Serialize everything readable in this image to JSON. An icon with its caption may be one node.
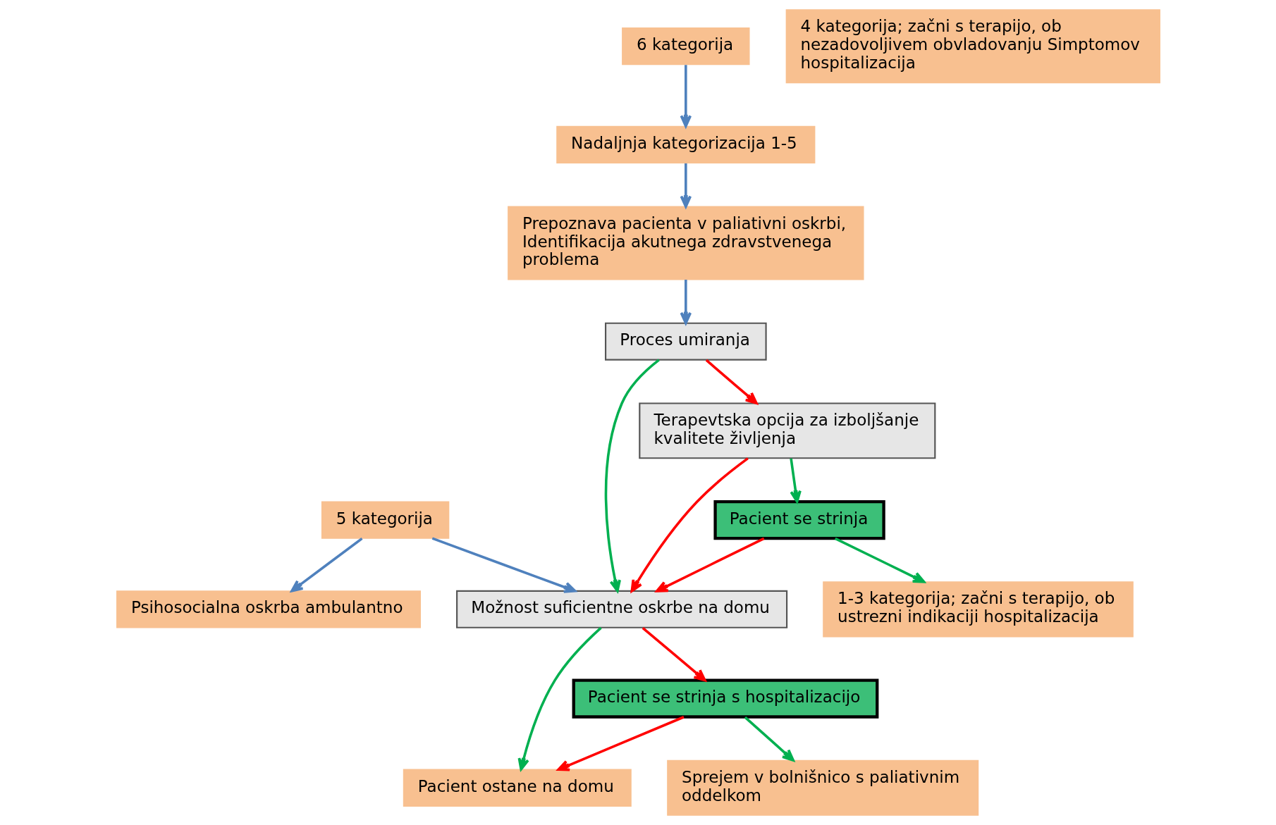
{
  "diagram": {
    "nodes": [
      {
        "text": [
          "Nadaljnja kategorizacija 1-5"
        ]
      },
      {
        "text": [
          "Prepoznava pacienta v paliativni oskrbi, Identifikacija akutnega zdravstvenega problema"
        ]
      },
      {
        "text": [
          "Proces umiranja"
        ]
      },
      {
        "text": [
          "Terapevtska opcija za izboljšanje kvalitete življenja"
        ]
      },
      {
        "text": [
          "Možnost suficientne oskrbe na domu"
        ]
      },
      {
        "text": [
          "Pacient se strinja"
        ]
      },
      {
        "text": [
          "1-3 kategorija; začni s terapijo, ob ustrezni indikaciji hospitalizacija"
        ]
      },
      {
        "text": [
          "4 kategorija; začni s terapijo, ob nezadovoljivem obvladovanju Simptomov hospitalizacija"
        ]
      },
      {
        "text": [
          "5 kategorija"
        ]
      },
      {
        "text": [
          "6 kategorija"
        ]
      },
      {
        "text": [
          "Pacient ostane na domu"
        ]
      },
      {
        "text": [
          "Pacient se strinja s hospitalizacijo"
        ]
      },
      {
        "text": [
          "Sprejem v bolnišnico s paliativnim oddelkom"
        ]
      },
      {
        "text": [
          "Psihosocialna oskrba ambulantno"
        ]
      }
    ],
    "edges": [
      {
        "from": 0,
        "to": 1,
        "arrow": "to",
        "color": "#4f81bd"
      },
      {
        "from": 1,
        "to": 2,
        "arrow": "to",
        "color": "#4f81bd"
      },
      {
        "from": 2,
        "to": 3,
        "arrow": "to",
        "color": "#ff0000"
      },
      {
        "from": 2,
        "to": 4,
        "arrow": "to",
        "color": "#00b050"
      },
      {
        "from": 3,
        "to": 5,
        "arrow": "to",
        "color": "#00b050"
      },
      {
        "from": 3,
        "to": 4,
        "arrow": "to",
        "color": "#ff0000"
      },
      {
        "from": 5,
        "to": 4,
        "arrow": "to",
        "color": "#ff0000"
      },
      {
        "from": 5,
        "to": 6,
        "arrow": "to",
        "color": "#00b050"
      },
      {
        "from": 8,
        "to": 4,
        "arrow": "to",
        "color": "#4f81bd"
      },
      {
        "from": 8,
        "to": 13,
        "arrow": "to",
        "color": "#4f81bd"
      },
      {
        "from": 9,
        "to": 0,
        "arrow": "to",
        "color": "#4f81bd"
      },
      {
        "from": 4,
        "to": 10,
        "arrow": "to",
        "color": "#00b050"
      },
      {
        "from": 4,
        "to": 11,
        "arrow": "to",
        "color": "#ff0000"
      },
      {
        "from": 11,
        "to": 10,
        "arrow": "to",
        "color": "#ff0000"
      },
      {
        "from": 11,
        "to": 12,
        "arrow": "to",
        "color": "#00b050"
      }
    ]
  }
}
